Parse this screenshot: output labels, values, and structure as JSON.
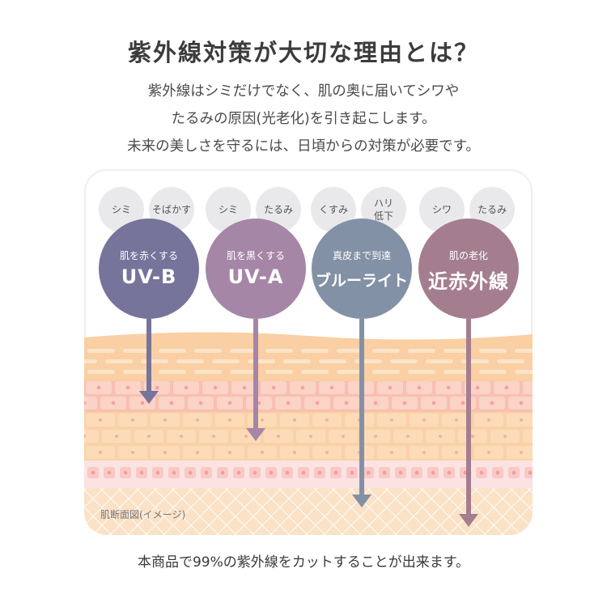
{
  "title": "紫外線対策が大切な理由とは？",
  "intro_lines": [
    "紫外線はシミだけでなく、肌の奥に届いてシワや",
    "たるみの原因(光老化)を引き起こします。",
    "未来の美しさを守るには、日頃からの対策が必要です。"
  ],
  "rays": [
    {
      "effects": [
        "シミ",
        "そばかす"
      ],
      "sublabel": "肌を赤くする",
      "label": "UV-B",
      "color": "#76749b",
      "depth_layer": "epidermis"
    },
    {
      "effects": [
        "シミ",
        "たるみ"
      ],
      "sublabel": "肌を黒くする",
      "label": "UV-A",
      "color": "#a686a6",
      "depth_layer": "dermis"
    },
    {
      "effects": [
        "くすみ",
        "ハリ\n低下"
      ],
      "sublabel": "真皮まで到達",
      "label": "ブルーライト",
      "color": "#8391a6",
      "depth_layer": "deep dermis"
    },
    {
      "effects": [
        "シワ",
        "たるみ"
      ],
      "sublabel": "肌の老化",
      "label": "近赤外線",
      "color": "#a47e8e",
      "depth_layer": "subcutaneous"
    }
  ],
  "diagram_caption": "肌断面図(イメージ)",
  "footer": "本商品で99%の紫外線をカットすることが出来ます。",
  "colors": {
    "skin_band": "#f9cfa3",
    "skin_dash": "#fbe4c9",
    "epidermis_cells": "#f7c0b0",
    "dermis": "#fad1a8",
    "basal_layer": "#fbe3e4",
    "subcutaneous": "#fbe1c5"
  }
}
